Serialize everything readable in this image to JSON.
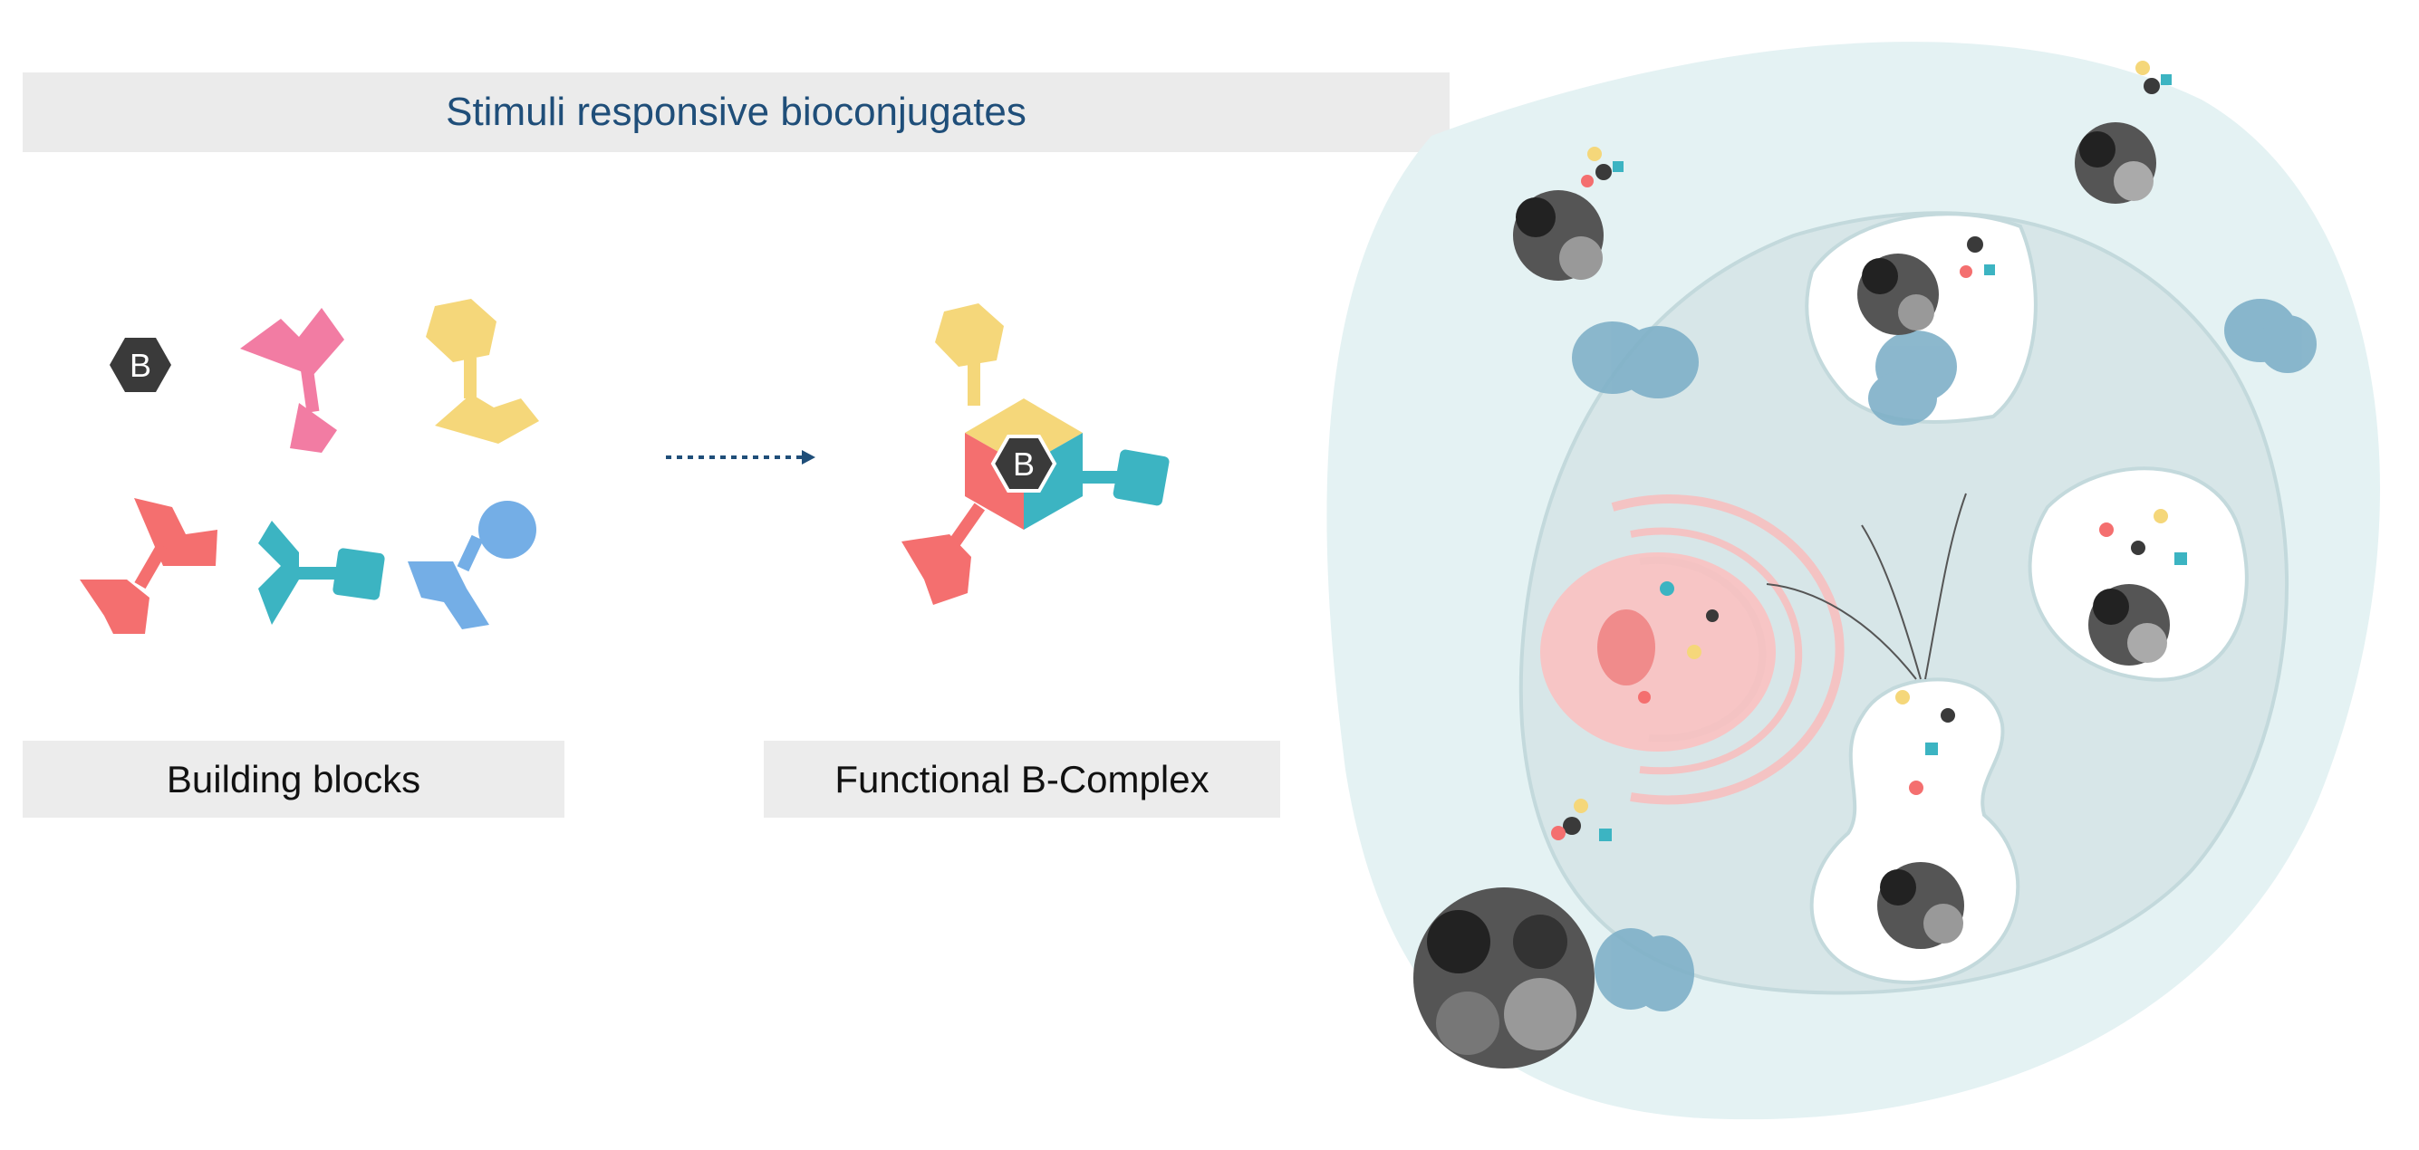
{
  "header": {
    "title": "Stimuli responsive bioconjugates"
  },
  "labels": {
    "building_blocks": "Building blocks",
    "functional_complex": "Functional B-Complex"
  },
  "badge": {
    "letter": "B"
  },
  "colors": {
    "header_bg": "#ebebeb",
    "title_text": "#1f4e79",
    "pink": "#f27ca3",
    "yellow": "#f5d77a",
    "coral": "#f46f6f",
    "teal": "#3cb4c2",
    "blue": "#74aee6",
    "dark": "#3a3a3a",
    "cell": "#e4f2f3",
    "nucleus": "#f7c5c5"
  },
  "icons": {
    "boron-badge": "hexagon-B",
    "arrow": "dotted-arrow-right",
    "nanoparticle": "grey-sphere-cluster",
    "receptor": "blue-blob-receptor"
  }
}
